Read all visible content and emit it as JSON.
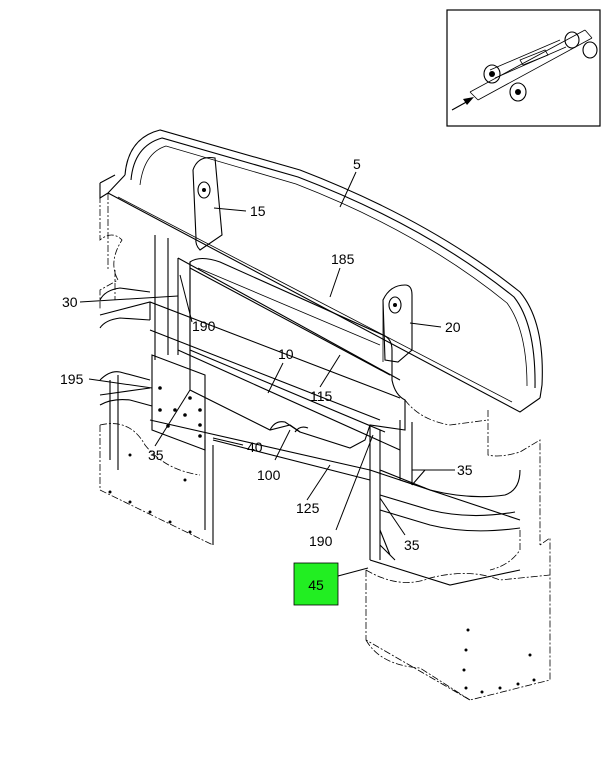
{
  "callouts": {
    "c5": "5",
    "c15": "15",
    "c185": "185",
    "c30": "30",
    "c190a": "190",
    "c20": "20",
    "c10": "10",
    "c195": "195",
    "c115": "115",
    "c35a": "35",
    "c40": "40",
    "c100": "100",
    "c35b": "35",
    "c125": "125",
    "c190b": "190",
    "c35c": "35",
    "c45": "45"
  },
  "highlight": {
    "label": "45",
    "color": "#22ee22"
  }
}
